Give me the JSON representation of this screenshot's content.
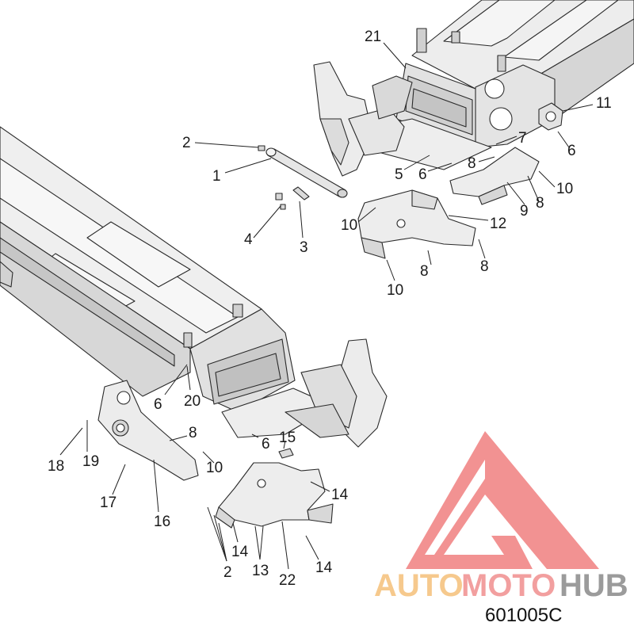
{
  "diagram": {
    "reference_code": "601005C",
    "watermark": {
      "word_parts": [
        "AUTO",
        "MOTO",
        "HUB"
      ],
      "colors": {
        "auto": "#f5c07a",
        "moto": "#f08f8f",
        "hub": "#8a8a8a",
        "mark": "#f07f7f"
      }
    },
    "part_colors": {
      "metal": "#ededed",
      "metal_dark": "#c9c9c9",
      "metal_shade": "#d9d9d9",
      "line": "#2a2a2a"
    },
    "callouts": [
      {
        "id": "c21",
        "label": "21"
      },
      {
        "id": "c11",
        "label": "11"
      },
      {
        "id": "c2a",
        "label": "2"
      },
      {
        "id": "c7",
        "label": "7"
      },
      {
        "id": "c6a",
        "label": "6"
      },
      {
        "id": "c1",
        "label": "1"
      },
      {
        "id": "c5",
        "label": "5"
      },
      {
        "id": "c6b",
        "label": "6"
      },
      {
        "id": "c8a",
        "label": "8"
      },
      {
        "id": "c10a",
        "label": "10"
      },
      {
        "id": "c9",
        "label": "9"
      },
      {
        "id": "c8b",
        "label": "8"
      },
      {
        "id": "c10b",
        "label": "10"
      },
      {
        "id": "c12",
        "label": "12"
      },
      {
        "id": "c4",
        "label": "4"
      },
      {
        "id": "c3",
        "label": "3"
      },
      {
        "id": "c8c",
        "label": "8"
      },
      {
        "id": "c8d",
        "label": "8"
      },
      {
        "id": "c10c",
        "label": "10"
      },
      {
        "id": "c6c",
        "label": "6"
      },
      {
        "id": "c20",
        "label": "20"
      },
      {
        "id": "c8e",
        "label": "8"
      },
      {
        "id": "c6d",
        "label": "6"
      },
      {
        "id": "c15",
        "label": "15"
      },
      {
        "id": "c18",
        "label": "18"
      },
      {
        "id": "c19",
        "label": "19"
      },
      {
        "id": "c10d",
        "label": "10"
      },
      {
        "id": "c17",
        "label": "17"
      },
      {
        "id": "c16",
        "label": "16"
      },
      {
        "id": "c14a",
        "label": "14"
      },
      {
        "id": "c14b",
        "label": "14"
      },
      {
        "id": "c2b",
        "label": "2"
      },
      {
        "id": "c13",
        "label": "13"
      },
      {
        "id": "c22",
        "label": "22"
      },
      {
        "id": "c14c",
        "label": "14"
      }
    ]
  }
}
